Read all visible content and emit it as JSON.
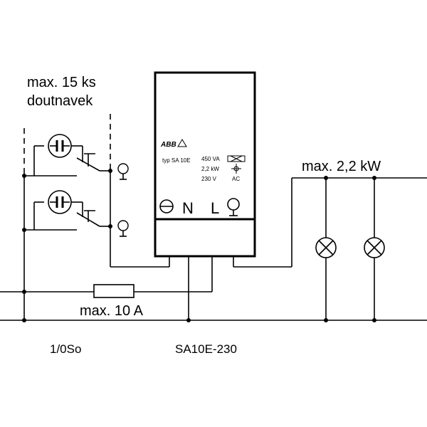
{
  "labels": {
    "glow_lamps_line1": "max. 15 ks",
    "glow_lamps_line2": "doutnavek",
    "load_power": "max. 2,2 kW",
    "fuse_current": "max. 10 A",
    "switch_type": "1/0So",
    "device_model": "SA10E-230"
  },
  "device": {
    "brand": "ABB",
    "type": "typ SA 10E",
    "spec_power": "450 VA",
    "spec_kw": "2,2 kW",
    "spec_voltage": "230 V",
    "spec_ac": "AC",
    "terminal_n": "N",
    "terminal_l": "L"
  },
  "colors": {
    "line": "#000000",
    "background": "#ffffff"
  }
}
